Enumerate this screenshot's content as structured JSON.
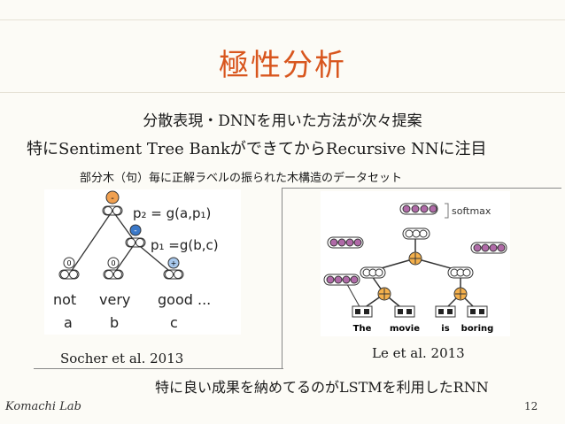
{
  "title": "極性分析",
  "bullets": {
    "line1": "分散表現・DNNを用いた方法が次々提案",
    "line2": "特にSentiment Tree BankができてからRecursive NNに注目",
    "line3": "部分木（句）毎に正解ラベルの振られた木構造のデータセット",
    "line4": "特に良い成果を納めてるのがLSTMを利用したRNN"
  },
  "figure_left": {
    "caption": "Socher et al. 2013",
    "eq_p2": "p₂ = g(a,p₁)",
    "eq_p1": "p₁ =g(b,c)",
    "node_root": "-",
    "node_p1": "-",
    "node_a": "0",
    "node_b": "0",
    "node_c": "+",
    "word_a": "not",
    "word_b": "very",
    "word_c": "good ...",
    "letter_a": "a",
    "letter_b": "b",
    "letter_c": "c"
  },
  "figure_right": {
    "caption": "Le et al. 2013",
    "softmax_label": "softmax",
    "words": [
      "The",
      "movie",
      "is",
      "boring"
    ]
  },
  "footer": {
    "lab": "Komachi Lab",
    "page": "12"
  },
  "colors": {
    "title": "#d8561e",
    "orange_node": "#f0a050",
    "blue_node": "#3a78c8",
    "light_blue_node": "#a8c8ec",
    "purple_node": "#b06aa8",
    "plus_node": "#f4b04c"
  }
}
